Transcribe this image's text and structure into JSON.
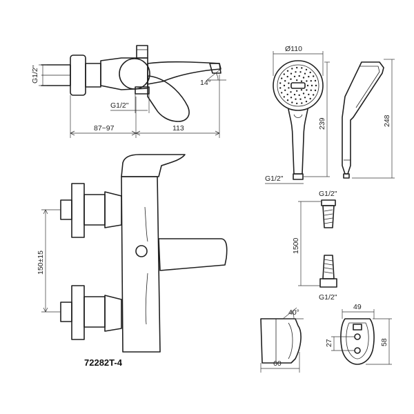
{
  "model_code": "72282T-4",
  "side_view": {
    "thread_inlet": "G1/2\"",
    "thread_outlet": "G1/2\"",
    "projection_dim": "87~97",
    "spout_dim": "113",
    "spout_angle": "14°"
  },
  "front_view": {
    "center_distance": "150±15"
  },
  "hand_shower": {
    "head_diameter": "Ø110",
    "length_front": "239",
    "length_side": "248",
    "thread": "G1/2\""
  },
  "hose": {
    "thread_top": "G1/2\"",
    "thread_bottom": "G1/2\"",
    "length": "1500"
  },
  "holder": {
    "angle": "40°",
    "depth": "60",
    "width": "49",
    "hole_height": "27",
    "height": "58"
  }
}
